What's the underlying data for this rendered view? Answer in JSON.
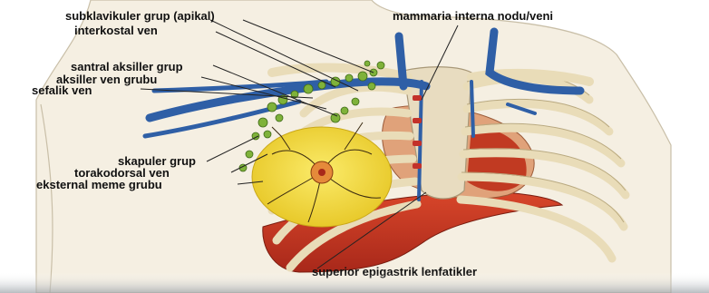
{
  "figure": {
    "labels": {
      "subclavian_group": "subklavikuler grup (apikal)",
      "intercostal_vein": "interkostal ven",
      "internal_mammary": "mammaria interna nodu/veni",
      "central_axillary": "santral aksiller grup",
      "axillary_vein_group": "aksiller ven grubu",
      "cephalic_vein": "sefalik ven",
      "scapular_group": "skapuler grup",
      "thoracodorsal_vein": "torakodorsal ven",
      "external_mammary": "eksternal meme grubu",
      "superior_epigastric": "superior epigastrik lenfatikler"
    },
    "colors": {
      "vein": "#2f5fa6",
      "lymph_node": "#7fb23a",
      "breast": "#f2dc38",
      "liver": "#c8351f",
      "heart": "#c44a2e",
      "bone": "#f0e3c2",
      "skin": "#f3ecdf"
    }
  }
}
